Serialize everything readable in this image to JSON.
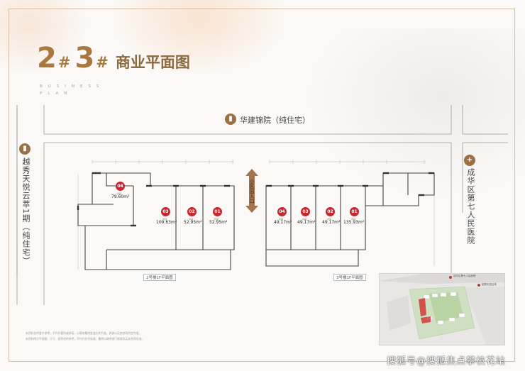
{
  "title": {
    "building_a": "2",
    "hash_a": "#",
    "building_b": "3",
    "hash_b": "#",
    "text": "商业平面图"
  },
  "subtitle": {
    "line1": "BUSINESS",
    "line2": "PLAN"
  },
  "roads": {
    "north": "华建锦院（纯住宅）",
    "west": "越秀天悦云萃1期（纯住宅）",
    "east": "成华区第七人民医院"
  },
  "entrance_label": "小区出入口",
  "building2": {
    "caption": "2号楼1F平面图",
    "units": [
      {
        "no": "04",
        "sub": "商铺",
        "area": "79.60m²"
      },
      {
        "no": "03",
        "sub": "商铺",
        "area": "109.63m²"
      },
      {
        "no": "02",
        "sub": "商铺",
        "area": "52.95m²"
      },
      {
        "no": "01",
        "sub": "商铺",
        "area": "52.95m²"
      }
    ]
  },
  "building3": {
    "caption": "3号楼1F平面图",
    "units": [
      {
        "no": "04",
        "sub": "商铺",
        "area": "49.17m²"
      },
      {
        "no": "03",
        "sub": "商铺",
        "area": "49.17m²"
      },
      {
        "no": "02",
        "sub": "商铺",
        "area": "49.17m²"
      },
      {
        "no": "01",
        "sub": "商铺",
        "area": "135.93m²"
      }
    ]
  },
  "map_labels": {
    "label1": "成华区第七人民医院",
    "label2": "越秀天悦云萃"
  },
  "notes": [
    "本资料仅供客户参考，不作为要约或承诺，以政府最终批准文件为准，具体以买卖合同约定为准。",
    "本资料所示平面图、尺寸、面积仅供参考，不作为交付标准，最终以政府部门核准及买卖合同为准。"
  ],
  "watermark": "搜狐号@搜狐焦点攀枝花站",
  "colors": {
    "gold": "#a7783f",
    "frame": "#d8bfa3",
    "badge_red": "#c8272d",
    "pin_brown": "#9a7145"
  },
  "icons": {
    "building_pin": "building-icon",
    "hospital_pin": "plus-icon",
    "entrance_arrow": "double-arrow-icon"
  }
}
